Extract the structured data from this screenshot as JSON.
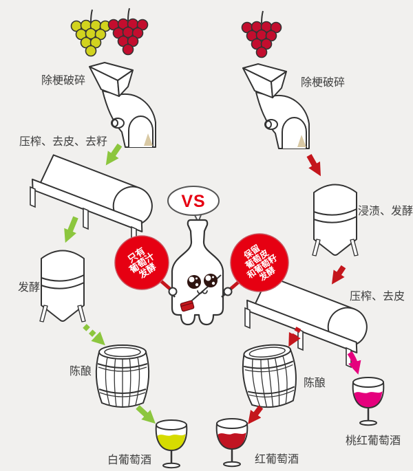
{
  "center": {
    "vs": "VS",
    "left_badge_lines": [
      "只有",
      "葡萄汁",
      "发酵"
    ],
    "right_badge_lines": [
      "保留",
      "葡萄皮",
      "和葡萄籽",
      "发酵"
    ]
  },
  "left_flow": {
    "crush": "除梗破碎",
    "press": "压榨、去皮、去籽",
    "ferment": "发酵",
    "aging": "陈酿",
    "result": "白葡萄酒"
  },
  "right_flow": {
    "crush": "除梗破碎",
    "maceration": "浸渍、发酵",
    "press": "压榨、去皮",
    "aging": "陈酿",
    "result": "红葡萄酒",
    "rose_result": "桃红葡萄酒"
  },
  "icons": [
    "white-grapes-icon",
    "red-grapes-icon",
    "crusher-machine-icon",
    "press-tank-icon",
    "fermenter-tank-icon",
    "oak-barrel-icon",
    "wine-glass-icon",
    "wine-bottle-character",
    "vs-speech-bubble",
    "flow-arrow-icon"
  ],
  "colors": {
    "background": "#f1f0ee",
    "line": "#333333",
    "label_text": "#3f3f3f",
    "green_arrow": "#8cc63e",
    "red_arrow": "#c4161c",
    "pink_arrow": "#e5007d",
    "badge_red": "#e60012",
    "badge_text": "#ffffff",
    "vs_red": "#e60012",
    "white_grapes": "#d2d31e",
    "red_grapes": "#c30d2e",
    "white_wine": "#d6db00",
    "red_wine": "#c11422",
    "rose_wine": "#e5007d"
  }
}
